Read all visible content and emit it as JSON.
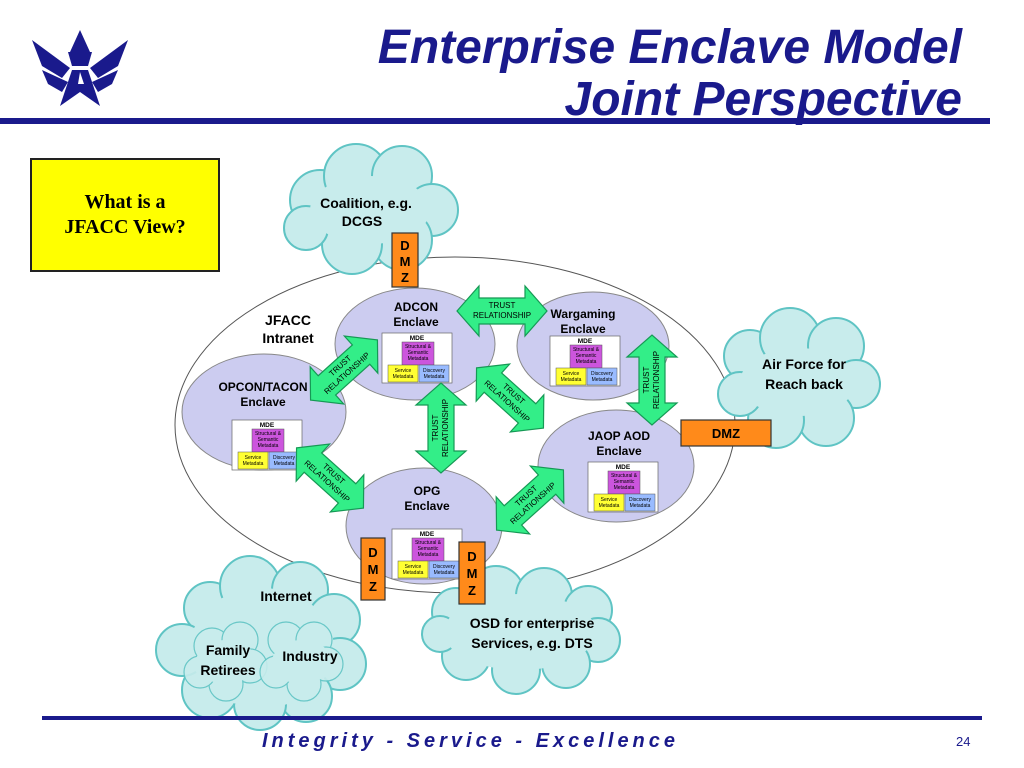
{
  "slide": {
    "title_line1": "Enterprise Enclave Model",
    "title_line2": "Joint Perspective",
    "question_line1": "What is a",
    "question_line2": "JFACC View?",
    "footer": "Integrity - Service - Excellence",
    "page_number": "24",
    "logo_icon": "air-force-wings-icon",
    "colors": {
      "title": "#1a1a8c",
      "enclave_fill": "#ccccf0",
      "cloud_fill": "#c8ecec",
      "cloud_edge": "#5fc4c4",
      "trust_arrow": "#33ee88",
      "dmz_fill": "#ff8a1a",
      "question_fill": "#ffff00"
    }
  },
  "diagram": {
    "intranet_label": [
      "JFACC",
      "Intranet"
    ],
    "enclaves": [
      {
        "id": "adcon",
        "label": [
          "ADCON",
          "Enclave"
        ]
      },
      {
        "id": "wargaming",
        "label": [
          "Wargaming",
          "Enclave"
        ]
      },
      {
        "id": "opcon",
        "label": [
          "OPCON/TACON",
          "Enclave"
        ]
      },
      {
        "id": "jaop",
        "label": [
          "JAOP AOD",
          "Enclave"
        ]
      },
      {
        "id": "opg",
        "label": [
          "OPG",
          "Enclave"
        ]
      }
    ],
    "mde": {
      "title": "MDE",
      "structural": [
        "Structural &",
        "Semantic",
        "Metadata"
      ],
      "service": [
        "Service",
        "Metadata"
      ],
      "discovery": [
        "Discovery",
        "Metadata"
      ]
    },
    "trust_label": [
      "TRUST",
      "RELATIONSHIP"
    ],
    "dmz_label": "DMZ",
    "dmz_vertical": [
      "D",
      "M",
      "Z"
    ],
    "clouds": {
      "coalition": [
        "Coalition, e.g.",
        "DCGS"
      ],
      "airforce": [
        "Air Force for",
        "Reach back"
      ],
      "internet": "Internet",
      "family": [
        "Family",
        "Retirees"
      ],
      "industry": "Industry",
      "osd": [
        "OSD for enterprise",
        "Services, e.g. DTS"
      ]
    }
  }
}
